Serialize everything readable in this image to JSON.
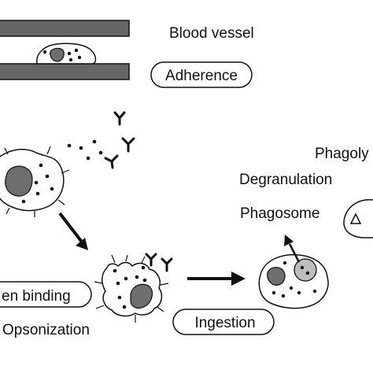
{
  "labels": {
    "blood_vessel": "Blood vessel",
    "adherence": "Adherence",
    "antigen_binding": "en binding",
    "opsonization": "Opsonization",
    "ingestion": "Ingestion",
    "degranulation": "Degranulation",
    "phagosome": "Phagosome",
    "phagolysis": "Phagoly"
  },
  "colors": {
    "vessel_fill": "#666666",
    "nucleus_fill": "#6e6e6e",
    "phagosome_fill": "#bdbdbd",
    "outline": "#111111",
    "background": "#ffffff"
  },
  "icons": {
    "antibody": "Y-shape",
    "granule": "black dot"
  }
}
